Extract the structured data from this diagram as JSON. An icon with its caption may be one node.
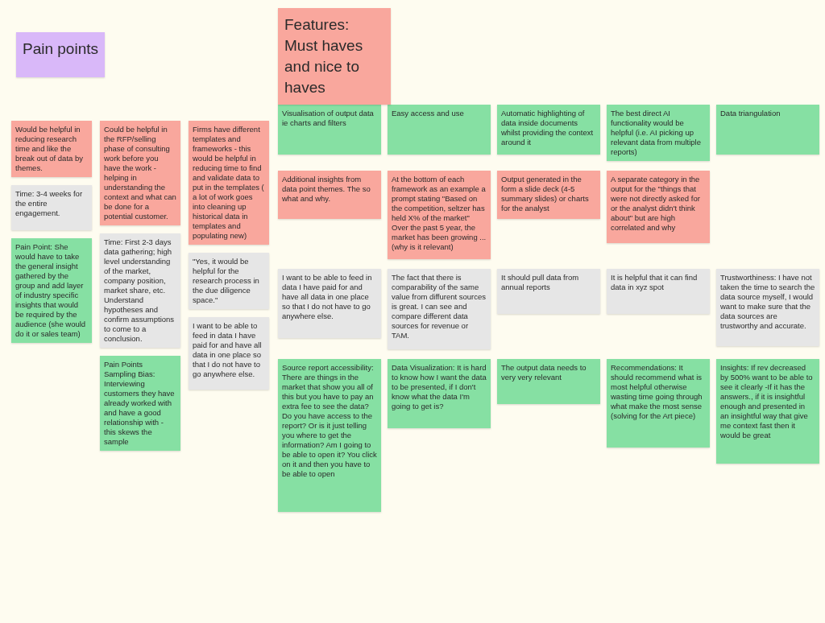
{
  "diagram": {
    "nodes": [
      {
        "text": [
          "Pain points"
        ]
      },
      {
        "text": [
          "Would be helpful in reducing research time and like the break out of data by themes."
        ]
      },
      {
        "text": [
          "Time: 3-4 weeks for the entire engagement."
        ]
      },
      {
        "text": [
          "Pain Point:  She would have to take the general insight gathered by the group and add layer of industry specific insights that would be required by the audience (she would do it or sales team)"
        ]
      },
      {
        "text": [
          "Could be helpful in the RFP/selling phase of consulting work before you have the work - helping in understanding the context and what can be done for a potential customer."
        ]
      },
      {
        "text": [
          "Time: First 2-3 days data gathering; high level understanding of the market, company position, market share, etc. Understand hypotheses and confirm assumptions to come to a conclusion."
        ]
      },
      {
        "text": [
          "Pain Points Sampling Bias: Interviewing customers they have already worked with and have a good relationship with - this skews the sample"
        ]
      },
      {
        "text": [
          "Firms have different templates and frameworks - this would be helpful in reducing time to find and validate data to put in the templates ( a lot of work goes into cleaning up historical data in templates and populating new)"
        ]
      },
      {
        "text": [
          "\"Yes, it would be helpful for the research process in the due diligence space.\""
        ]
      },
      {
        "text": [
          "I want to be able to feed in data I have paid for and have all data in one place so that I do not have to go anywhere else."
        ]
      },
      {
        "text": [
          "Features: Must haves and nice to haves"
        ]
      },
      {
        "text": [
          "Visualisation of output data ie charts and filters"
        ]
      },
      {
        "text": [
          "Easy access and use"
        ]
      },
      {
        "text": [
          "Automatic highlighting of data inside documents whilst providing the context around it"
        ]
      },
      {
        "text": [
          "The best direct AI functionality would be helpful (i.e. AI picking up relevant data from multiple reports)"
        ]
      },
      {
        "text": [
          "Data triangulation"
        ]
      },
      {
        "text": [
          "Additional insights from data point themes. The so what and why."
        ]
      },
      {
        "text": [
          "At the bottom of each framework as an example a prompt stating \"Based on the competition, seltzer has held X% of the market\" Over the past 5 year, the market has been growing ... (why is it relevant)"
        ]
      },
      {
        "text": [
          "Output generated in the form a slide deck (4-5 summary slides) or charts for the analyst"
        ]
      },
      {
        "text": [
          "A separate category in the output for the \"things that were not directly asked for or the analyst didn't think about\" but are high correlated and why"
        ]
      },
      {
        "text": [
          "I want to be able to feed in data I have paid for and have all data in one place so that I do not have to go anywhere else."
        ]
      },
      {
        "text": [
          "The fact that there is comparability of the same value from diffurent sources is great. I can see and compare different data sources for revenue or TAM."
        ]
      },
      {
        "text": [
          "It should pull data from annual reports"
        ]
      },
      {
        "text": [
          "It is helpful that it can find data in xyz spot"
        ]
      },
      {
        "text": [
          "Trustworthiness: I have not taken the time to search the data source myself, I would want to make sure that the data sources are trustworthy and accurate."
        ]
      },
      {
        "text": [
          "Source report accessibility: There are things in the market that show you all of this but you have to pay an extra fee to see the data? Do you have access to the report? Or is it just telling you where to get the information? Am I going to be able to open it? You click on it and then you have to be able to open"
        ]
      },
      {
        "text": [
          "Data Visualization: It is hard to know how I want the data to be presented, if I don't know what the data I'm going to get is?"
        ]
      },
      {
        "text": [
          "The output data needs to very very relevant"
        ]
      },
      {
        "text": [
          "Recommendations: It should recommend what is most helpful otherwise wasting time going through what make the most sense (solving for the Art piece)"
        ]
      },
      {
        "text": [
          "Insights: If rev decreased by 500% want to be able to see it clearly -If it has the answers., if it is insightful enough and presented in an insightful way that give me context fast then it would be great"
        ]
      }
    ]
  }
}
